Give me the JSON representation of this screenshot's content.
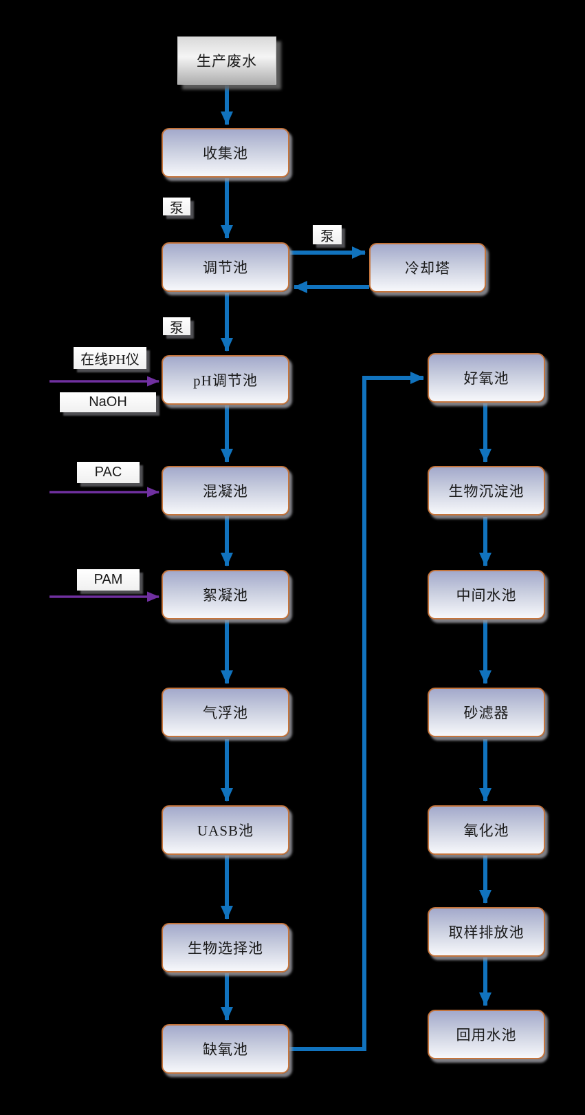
{
  "colors": {
    "background": "#000000",
    "flow-arrow": "#1173BE",
    "additive-arrow": "#7030A0",
    "node-border": "#C4743C",
    "node-grad-top": "#A3A9CB",
    "node-grad-bottom": "#F7F8FB",
    "text": "#1A1A1A"
  },
  "nodes": {
    "source": "生产废水",
    "cooling": "冷却塔",
    "left": [
      "收集池",
      "调节池",
      "pH调节池",
      "混凝池",
      "絮凝池",
      "气浮池",
      "UASB池",
      "生物选择池",
      "缺氧池"
    ],
    "right": [
      "好氧池",
      "生物沉淀池",
      "中间水池",
      "砂滤器",
      "氧化池",
      "取样排放池",
      "回用水池"
    ]
  },
  "labels": {
    "pumps": [
      "泵",
      "泵",
      "泵"
    ],
    "online_ph_meter": "在线PH仪",
    "naoh": "NaOH",
    "pac": "PAC",
    "pam": "PAM"
  },
  "edges": [
    {
      "from": "生产废水",
      "to": "收集池",
      "type": "flow"
    },
    {
      "from": "收集池",
      "to": "调节池",
      "type": "flow",
      "label": "泵"
    },
    {
      "from": "调节池",
      "to": "冷却塔",
      "type": "flow",
      "label": "泵"
    },
    {
      "from": "冷却塔",
      "to": "调节池",
      "type": "flow"
    },
    {
      "from": "调节池",
      "to": "pH调节池",
      "type": "flow",
      "label": "泵"
    },
    {
      "from": "在线PH仪 / NaOH",
      "to": "pH调节池",
      "type": "dosing"
    },
    {
      "from": "pH调节池",
      "to": "混凝池",
      "type": "flow"
    },
    {
      "from": "PAC",
      "to": "混凝池",
      "type": "dosing"
    },
    {
      "from": "混凝池",
      "to": "絮凝池",
      "type": "flow"
    },
    {
      "from": "PAM",
      "to": "絮凝池",
      "type": "dosing"
    },
    {
      "from": "絮凝池",
      "to": "气浮池",
      "type": "flow"
    },
    {
      "from": "气浮池",
      "to": "UASB池",
      "type": "flow"
    },
    {
      "from": "UASB池",
      "to": "生物选择池",
      "type": "flow"
    },
    {
      "from": "生物选择池",
      "to": "缺氧池",
      "type": "flow"
    },
    {
      "from": "缺氧池",
      "to": "好氧池",
      "type": "flow"
    },
    {
      "from": "好氧池",
      "to": "生物沉淀池",
      "type": "flow"
    },
    {
      "from": "生物沉淀池",
      "to": "中间水池",
      "type": "flow"
    },
    {
      "from": "中间水池",
      "to": "砂滤器",
      "type": "flow"
    },
    {
      "from": "砂滤器",
      "to": "氧化池",
      "type": "flow"
    },
    {
      "from": "氧化池",
      "to": "取样排放池",
      "type": "flow"
    },
    {
      "from": "取样排放池",
      "to": "回用水池",
      "type": "flow"
    }
  ]
}
